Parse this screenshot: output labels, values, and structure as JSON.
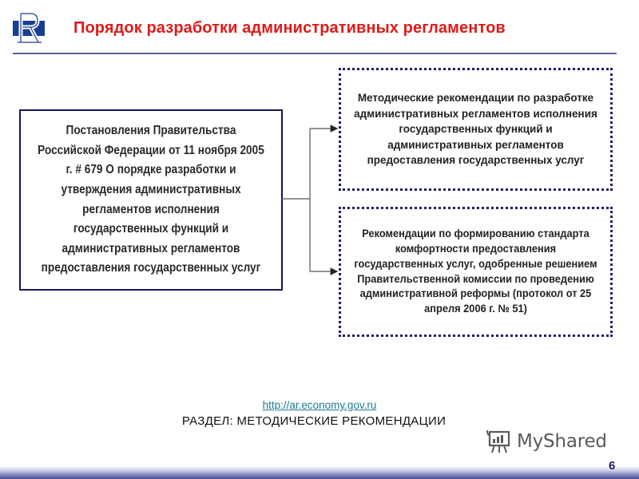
{
  "header": {
    "logo_icon": "hse-university-logo-icon",
    "title": "Порядок разработки административных регламентов",
    "colors": {
      "title": "#e01a1a",
      "rule": "#5b5ea6"
    }
  },
  "diagram": {
    "source_box": {
      "text": "Постановления Правительства Российской Федерации от 11 ноября 2005 г. # 679 О порядке разработки и утверждения административных регламентов исполнения государственных функций и административных регламентов предоставления государственных услуг",
      "border": "solid",
      "border_color": "#14145a"
    },
    "target_boxes": [
      {
        "text": "Методические рекомендации по разработке административных регламентов исполнения государственных функций и административных регламентов предоставления государственных услуг",
        "border": "dotted"
      },
      {
        "text": "Рекомендации по формированию стандарта комфортности предоставления государственных услуг, одобренные решением Правительственной комиссии по проведению административной реформы (протокол от 25 апреля 2006 г. № 51)",
        "border": "dotted"
      }
    ],
    "connector": "arrow-branch-icon"
  },
  "footer": {
    "link": "http://ar.economy.gov.ru",
    "section": "РАЗДЕЛ: МЕТОДИЧЕСКИЕ  РЕКОМЕНДАЦИИ",
    "watermark": "MyShared",
    "watermark_icon": "presentation-board-icon",
    "page_number": "6",
    "colors": {
      "link": "#1b7b8c",
      "bar": "#4a4c96"
    }
  }
}
